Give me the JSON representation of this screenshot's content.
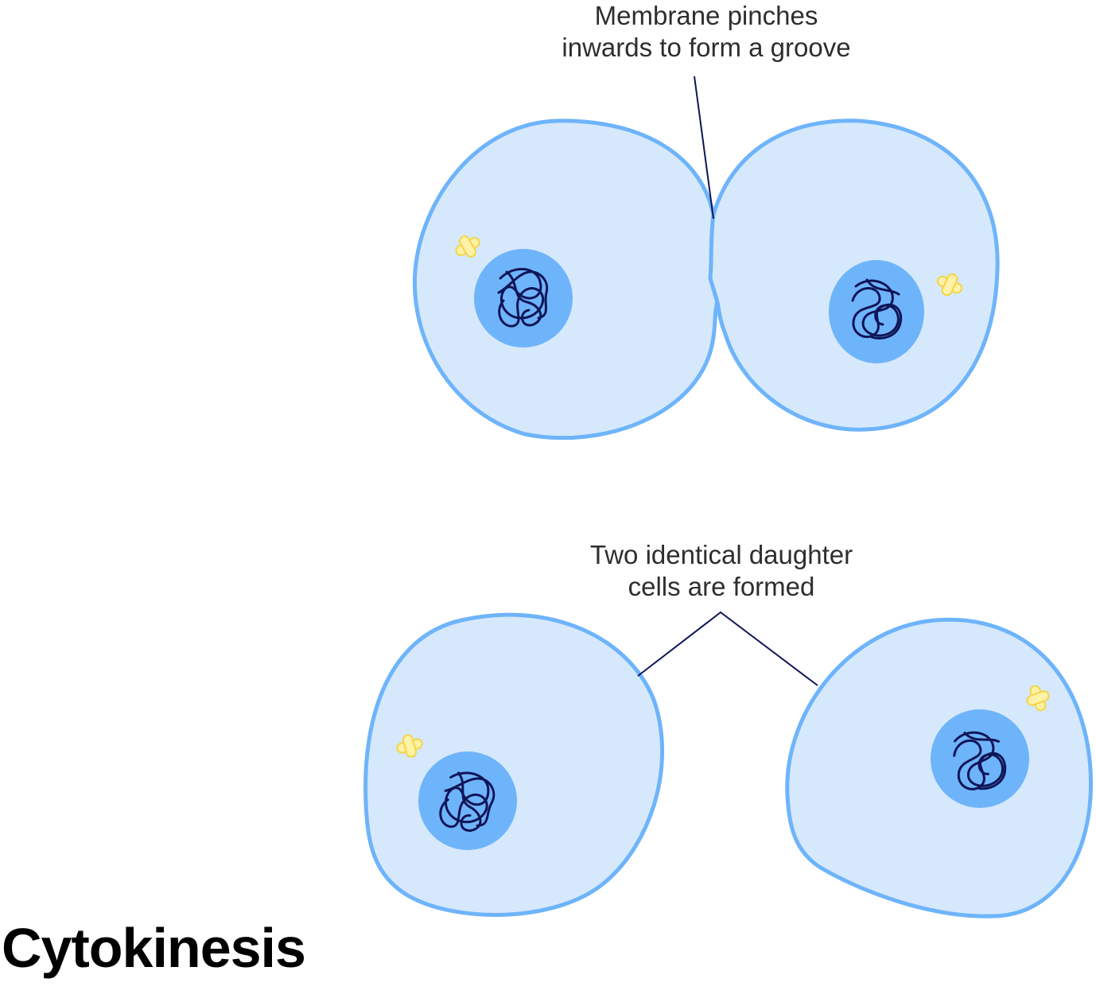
{
  "title": "Cytokinesis",
  "annotations": {
    "furrow": [
      "Membrane pinches",
      "inwards to form a groove"
    ],
    "daughters": [
      "Two identical daughter",
      "cells are formed"
    ]
  },
  "colors": {
    "cytoplasm": "#d6e8fc",
    "membrane": "#6eb4fb",
    "nucleus": "#6eb4fb",
    "chromatin": "#0f1557",
    "centriole_fill": "#fdf2a6",
    "centriole_stroke": "#f5d548",
    "leader_line": "#0f1557"
  }
}
